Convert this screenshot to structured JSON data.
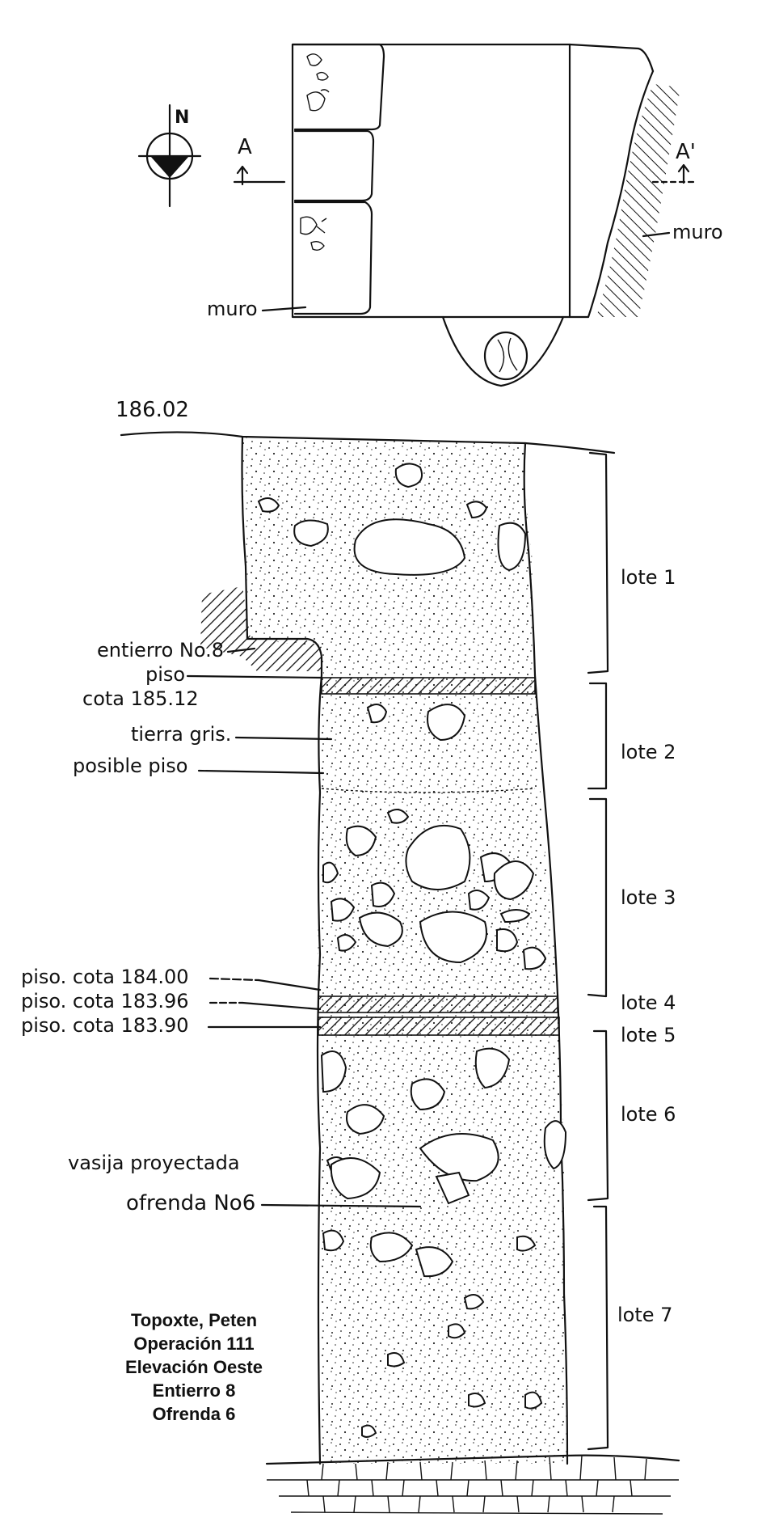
{
  "plan": {
    "north_label": "N",
    "section_left": "A",
    "section_right": "A'",
    "wall_right": "muro",
    "wall_left": "muro"
  },
  "section": {
    "top_elevation": "186.02",
    "left_annotations": [
      "entierro No.8",
      "piso",
      "cota 185.12",
      "tierra gris.",
      "posible piso",
      "piso. cota 184.00",
      "piso. cota 183.96",
      "piso. cota 183.90",
      "vasija proyectada",
      "ofrenda No6"
    ],
    "lots": [
      "lote 1",
      "lote 2",
      "lote 3",
      "lote 4",
      "lote 5",
      "lote 6",
      "lote 7"
    ]
  },
  "caption": {
    "line1": "Topoxte, Peten",
    "line2": "Operación 111",
    "line3": "Elevación Oeste",
    "line4": "Entierro 8",
    "line5": "Ofrenda 6"
  }
}
